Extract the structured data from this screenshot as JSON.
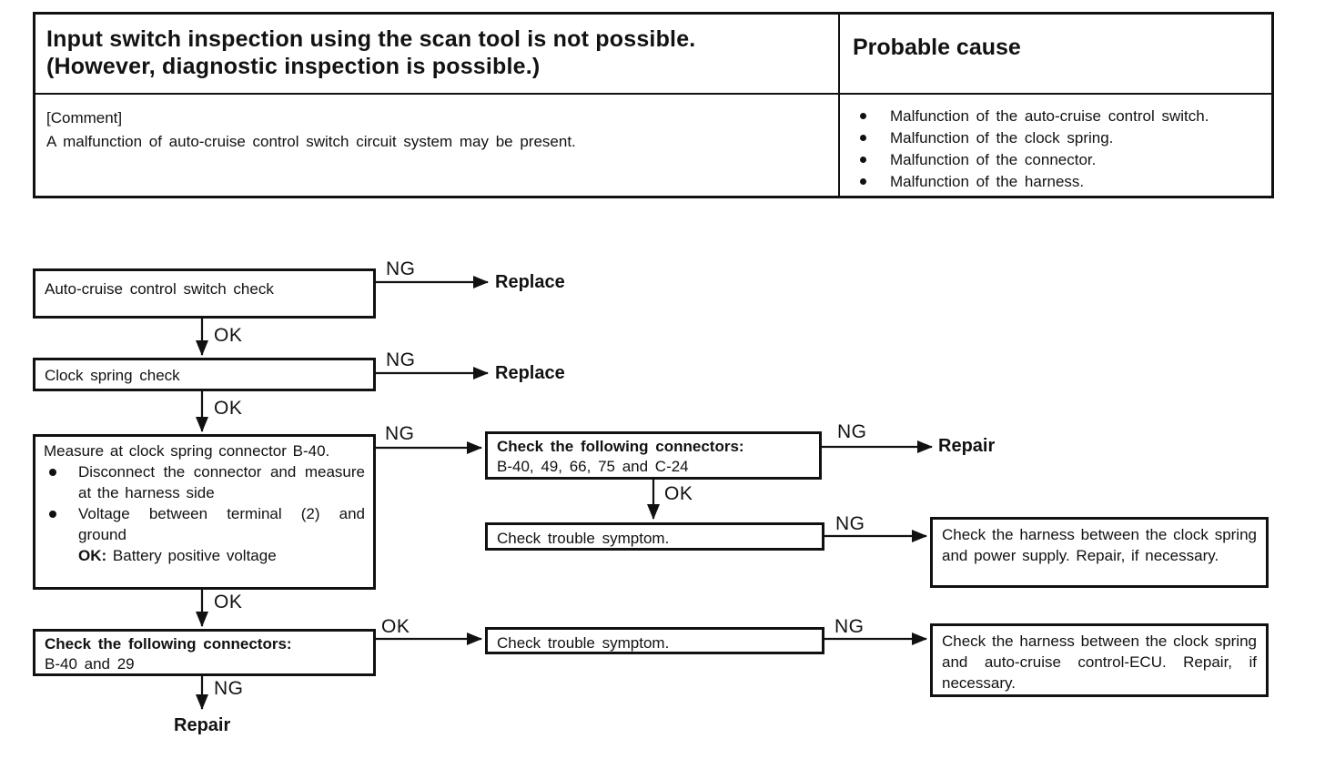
{
  "table": {
    "title_line1": "Input switch inspection using the scan tool is not possible.",
    "title_line2": "(However, diagnostic inspection is possible.)",
    "probable_cause_header": "Probable cause",
    "comment_label": "[Comment]",
    "comment_text": "A malfunction of auto-cruise control switch circuit system may be present.",
    "causes": [
      "Malfunction of the auto-cruise control switch.",
      "Malfunction of the clock spring.",
      "Malfunction of the connector.",
      "Malfunction of the harness."
    ]
  },
  "flowchart": {
    "boxes": {
      "auto_cruise_check": "Auto-cruise control switch check",
      "clock_spring_check": "Clock spring check",
      "measure_title": "Measure at clock spring connector B-40.",
      "measure_bullet1": "Disconnect the connector and measure at the harness side",
      "measure_bullet2": "Voltage between terminal (2) and ground",
      "measure_ok_label": "OK:",
      "measure_ok_value": "Battery positive voltage",
      "connectors1_title": "Check the following connectors:",
      "connectors1_detail": "B-40, 49, 66, 75 and C-24",
      "trouble_symptom_1": "Check trouble symptom.",
      "trouble_symptom_2": "Check trouble symptom.",
      "connectors2_title": "Check the following connectors:",
      "connectors2_detail": "B-40 and 29",
      "harness_power": "Check the harness between the clock spring and power supply. Repair, if necessary.",
      "harness_ecu": "Check the harness between the clock spring and auto-cruise control-ECU. Repair, if necessary."
    },
    "labels": {
      "ng": "NG",
      "ok": "OK",
      "replace": "Replace",
      "repair": "Repair"
    }
  }
}
